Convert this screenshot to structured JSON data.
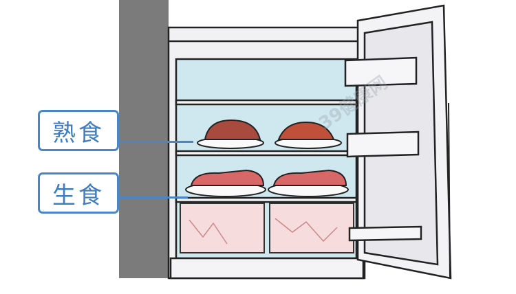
{
  "labels": {
    "cooked_food": "熟食",
    "raw_food": "生食"
  },
  "watermark": "39健康网",
  "colors": {
    "label_blue": "#4a86c5",
    "interior": "#cfe8f0",
    "wall": "#7b7b7b",
    "meat": "#b5534a"
  }
}
